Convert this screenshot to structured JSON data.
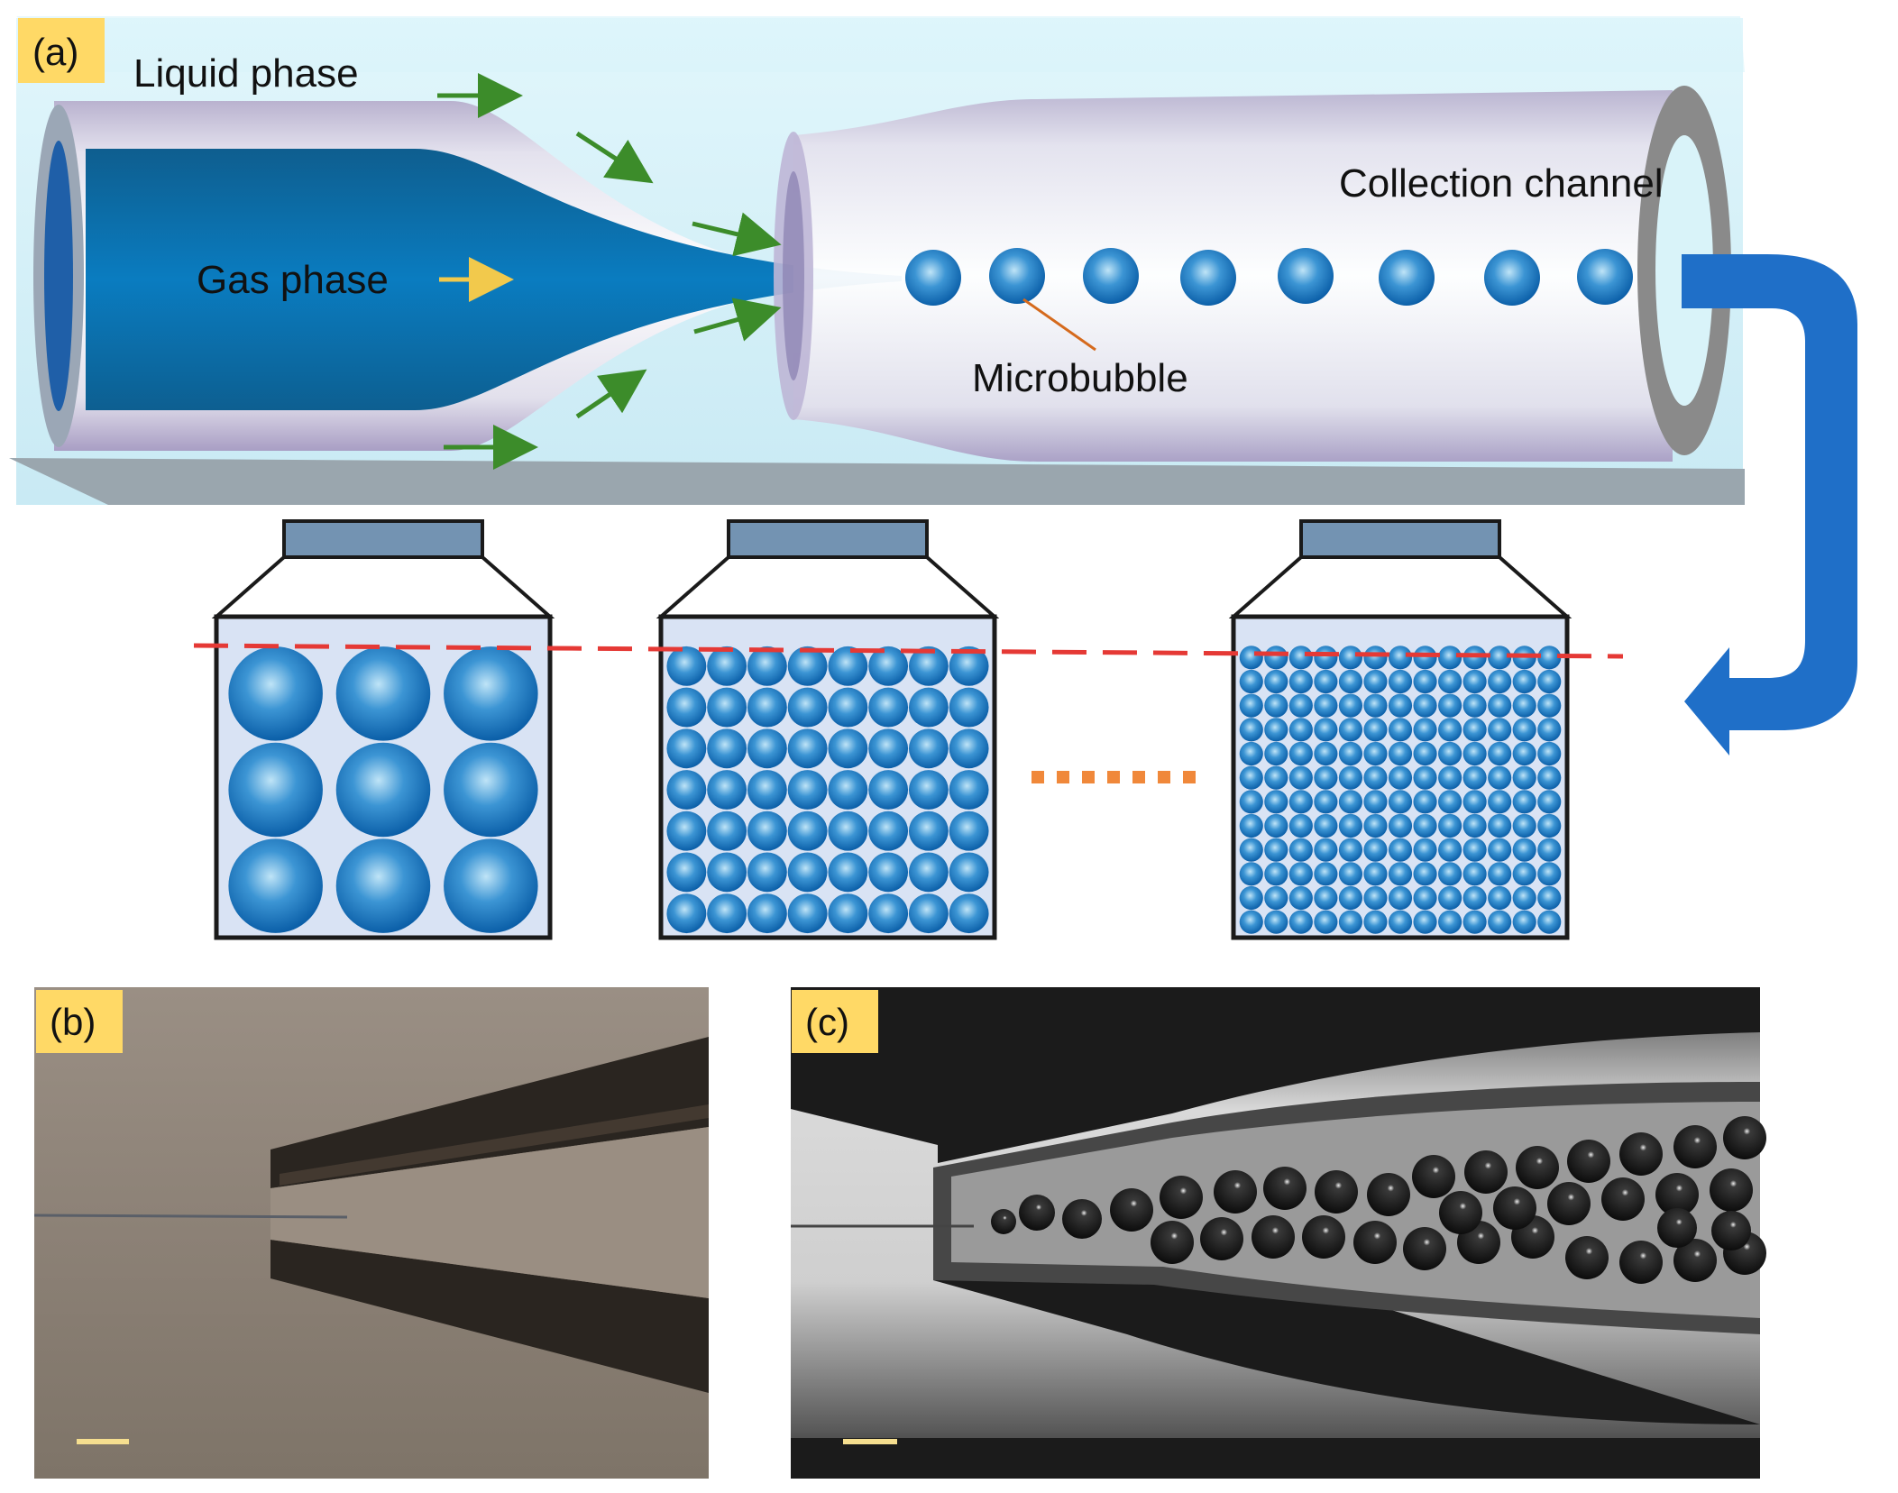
{
  "panels": {
    "a": "(a)",
    "b": "(b)",
    "c": "(c)"
  },
  "labels": {
    "liquid_phase": "Liquid phase",
    "gas_phase": "Gas phase",
    "collection_channel": "Collection channel",
    "microbubble": "Microbubble"
  },
  "colors": {
    "panel_tag_bg": "#FFD966",
    "chip_glass": "#CFEFF8",
    "gas_blue": "#0A74B8",
    "bubble_blue": "#1E7FC6",
    "flow_arrow_green": "#3C8C2A",
    "gas_arrow_yellow": "#F2C94C",
    "return_arrow_blue": "#1F6FC8",
    "liquid_level_red": "#E53935",
    "ellipsis_orange": "#F0883A",
    "scale_bar": "#F5DE8F"
  },
  "vials": [
    {
      "grid": "3x3",
      "bubble_size": "large"
    },
    {
      "grid": "8x7",
      "bubble_size": "medium"
    },
    {
      "grid": "13x12",
      "bubble_size": "small"
    }
  ]
}
